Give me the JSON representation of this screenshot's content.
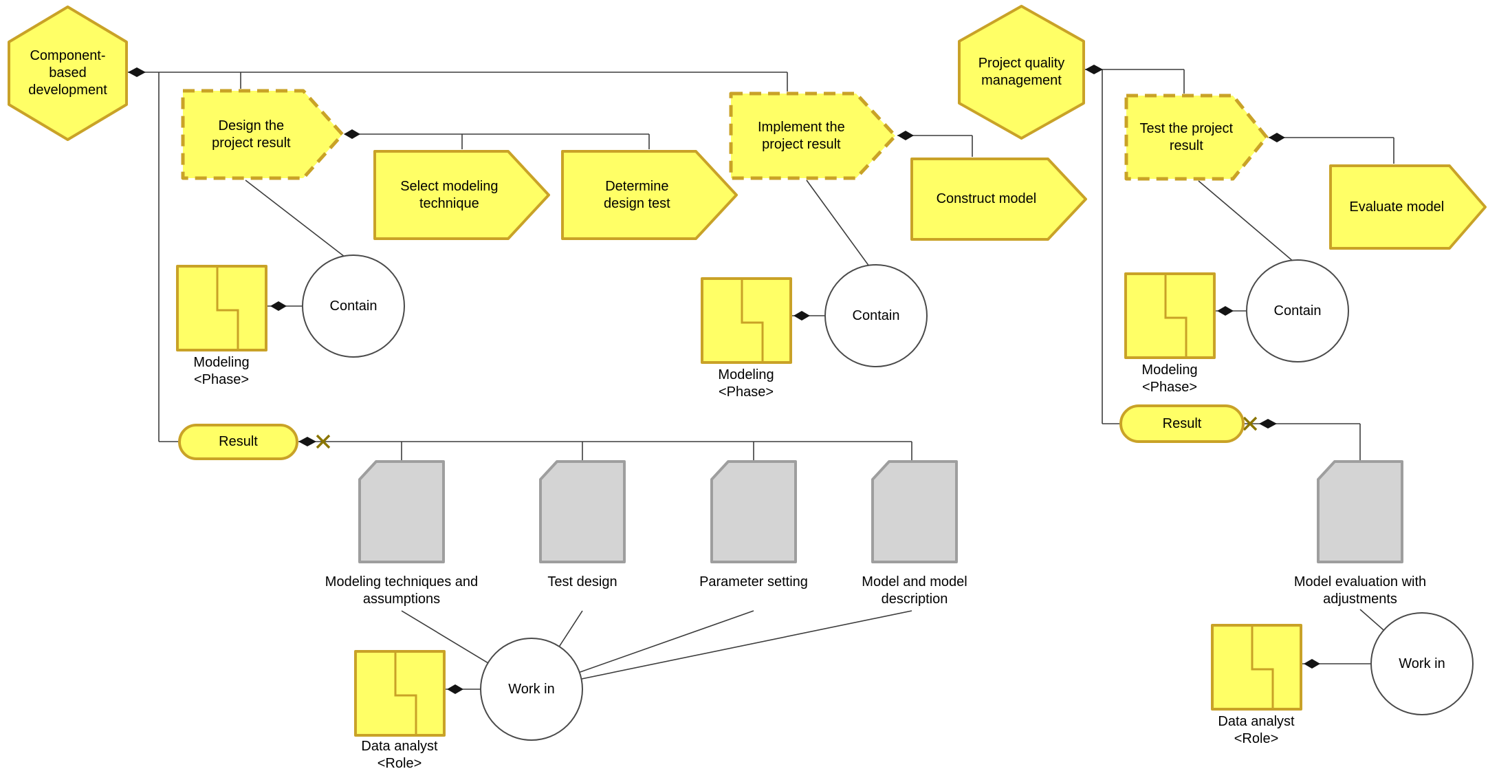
{
  "colors": {
    "node_fill": "#FFFF66",
    "node_border": "#C9A227",
    "doc_fill": "#D4D4D4",
    "doc_border": "#9E9E9E",
    "line": "#3C3C3C",
    "diamond": "#141414",
    "fork": "#8B7500"
  },
  "nodes": {
    "hex_component": {
      "label": "Component-\nbased\ndevelopment"
    },
    "hex_quality": {
      "label": "Project quality\nmanagement"
    },
    "design": {
      "label": "Design the\nproject result"
    },
    "select_modeling": {
      "label": "Select modeling\ntechnique"
    },
    "determine_test": {
      "label": "Determine\ndesign test"
    },
    "implement": {
      "label": "Implement the\nproject result"
    },
    "construct": {
      "label": "Construct model"
    },
    "test_project": {
      "label": "Test the project\nresult"
    },
    "evaluate": {
      "label": "Evaluate model"
    },
    "contain1": {
      "label": "Contain"
    },
    "contain2": {
      "label": "Contain"
    },
    "contain3": {
      "label": "Contain"
    },
    "workin1": {
      "label": "Work in"
    },
    "workin2": {
      "label": "Work in"
    },
    "result1": {
      "label": "Result"
    },
    "result2": {
      "label": "Result"
    },
    "phase1": {
      "label": "Modeling\n<Phase>"
    },
    "phase2": {
      "label": "Modeling\n<Phase>"
    },
    "phase3": {
      "label": "Modeling\n<Phase>"
    },
    "role1": {
      "label": "Data analyst\n<Role>"
    },
    "role2": {
      "label": "Data analyst\n<Role>"
    },
    "doc1": {
      "label": "Modeling techniques and\nassumptions"
    },
    "doc2": {
      "label": "Test design"
    },
    "doc3": {
      "label": "Parameter setting"
    },
    "doc4": {
      "label": "Model and model\ndescription"
    },
    "doc5": {
      "label": "Model evaluation with\nadjustments"
    }
  }
}
